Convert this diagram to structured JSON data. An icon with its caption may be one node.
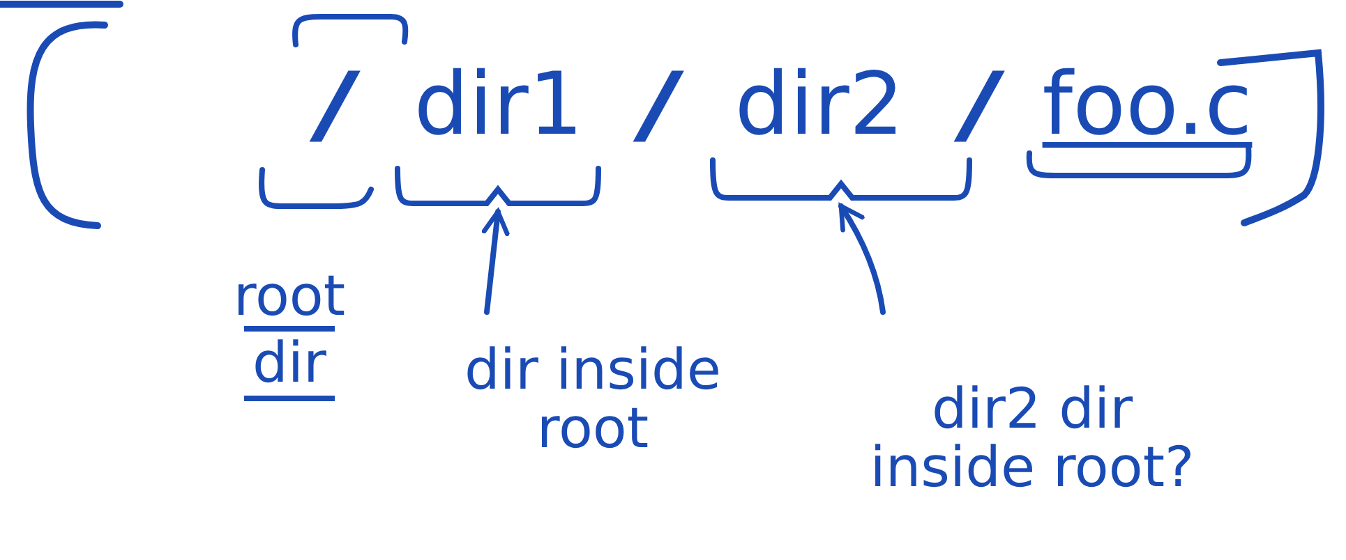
{
  "diagram": {
    "nodes": [
      {
        "text": [
          "/"
        ]
      },
      {
        "text": [
          "dir1"
        ]
      },
      {
        "text": [
          "/"
        ]
      },
      {
        "text": [
          "dir2"
        ]
      },
      {
        "text": [
          "/"
        ]
      },
      {
        "text": [
          "foo.c"
        ]
      },
      {
        "text": [],
        "shape": "bracket"
      },
      {
        "text": [],
        "shape": "bracket"
      },
      {
        "text": [
          "root",
          "dir"
        ]
      },
      {
        "text": [
          "dir inside root"
        ]
      },
      {
        "text": [
          "dir2 dir inside root?"
        ]
      }
    ],
    "edges": [
      {
        "from": 9,
        "to": 6,
        "arrow": "to"
      },
      {
        "from": 10,
        "to": 7,
        "arrow": "to"
      }
    ]
  }
}
